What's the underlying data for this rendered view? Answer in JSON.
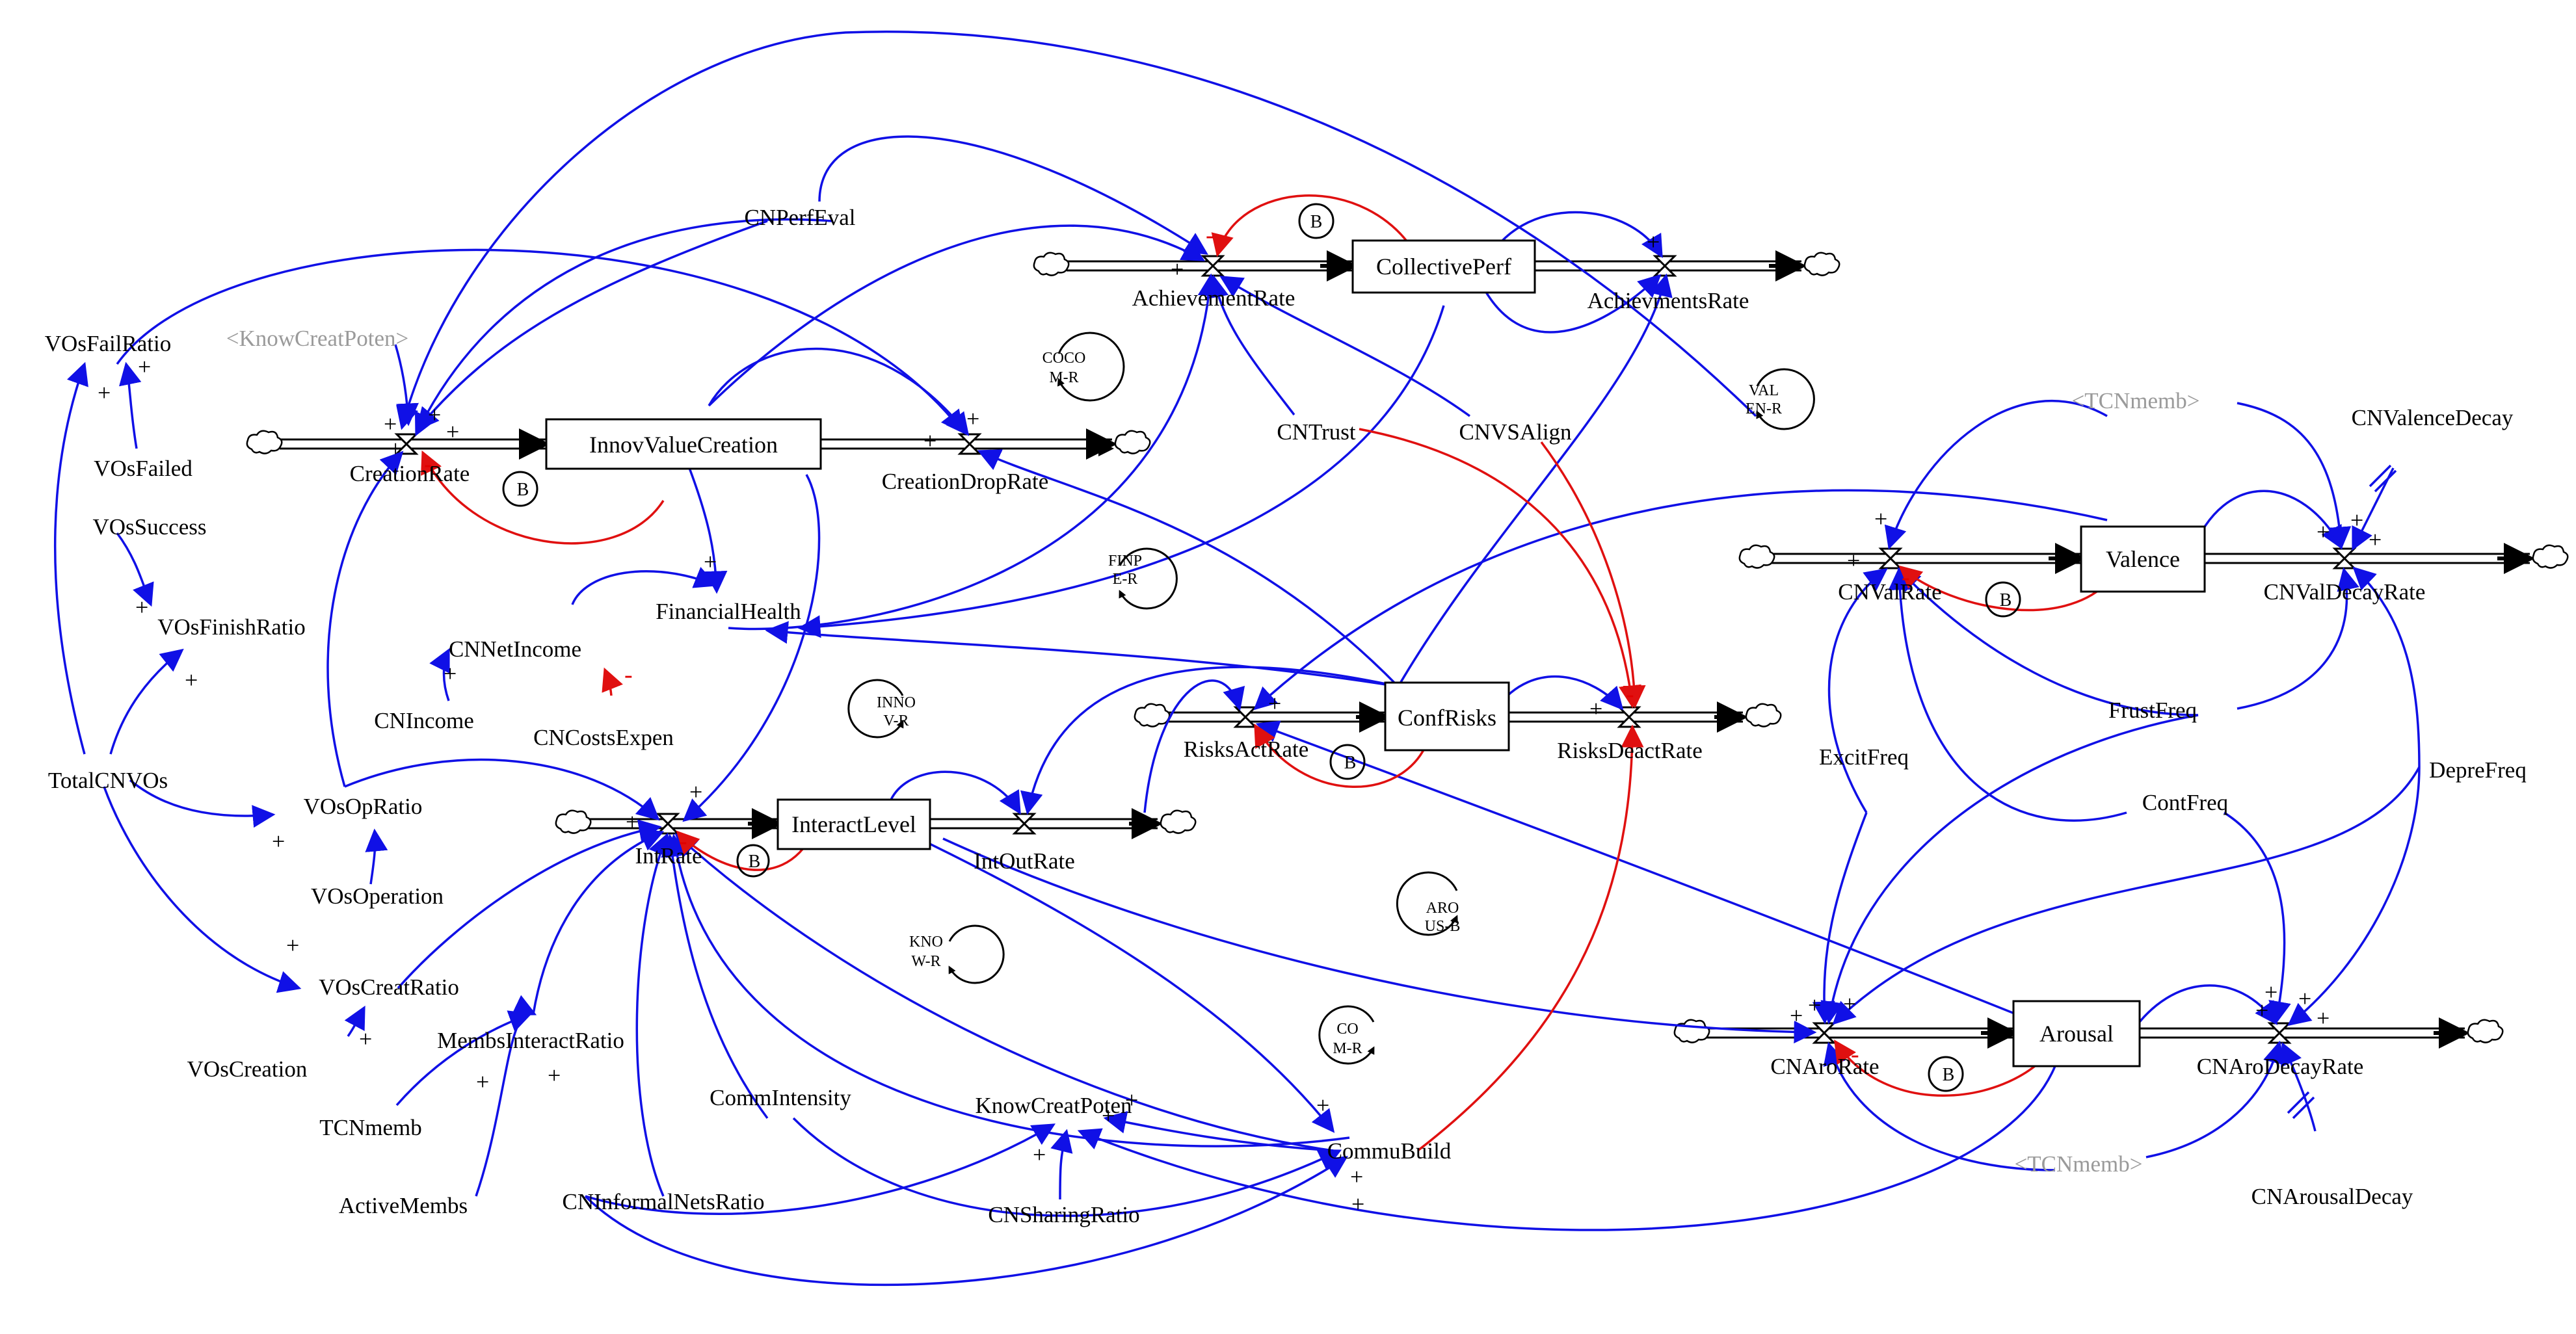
{
  "stocks": {
    "innov_value_creation": "InnovValueCreation",
    "collective_perf": "CollectivePerf",
    "interact_level": "InteractLevel",
    "conf_risks": "ConfRisks",
    "valence": "Valence",
    "arousal": "Arousal"
  },
  "rates": {
    "creation_rate": "CreationRate",
    "creation_drop_rate": "CreationDropRate",
    "achievement_rate": "AchievementRate",
    "achievements_rate": "AchievmentsRate",
    "int_rate": "IntRate",
    "int_out_rate": "IntOutRate",
    "risks_act_rate": "RisksActRate",
    "risks_deact_rate": "RisksDeactRate",
    "cn_val_rate": "CNValRate",
    "cn_val_decay_rate": "CNValDecayRate",
    "cn_aro_rate": "CNAroRate",
    "cn_aro_decay_rate": "CNAroDecayRate"
  },
  "variables": {
    "vos_fail_ratio": "VOsFailRatio",
    "vos_failed": "VOsFailed",
    "vos_success": "VOsSuccess",
    "vos_finish_ratio": "VOsFinishRatio",
    "total_cn_vos": "TotalCNVOs",
    "vos_op_ratio": "VOsOpRatio",
    "vos_operation": "VOsOperation",
    "vos_creat_ratio": "VOsCreatRatio",
    "vos_creation": "VOsCreation",
    "membs_interact_ratio": "MembsInteractRatio",
    "tcn_memb": "TCNmemb",
    "active_membs": "ActiveMembs",
    "cn_informal_nets_ratio": "CNInformalNetsRatio",
    "comm_intensity": "CommIntensity",
    "know_creat_poten": "KnowCreatPoten",
    "cn_sharing_ratio": "CNSharingRatio",
    "commu_build": "CommuBuild",
    "cn_perf_eval": "CNPerfEval",
    "cn_trust": "CNTrust",
    "cnvs_align": "CNVSAlign",
    "financial_health": "FinancialHealth",
    "cn_net_income": "CNNetIncome",
    "cn_income": "CNIncome",
    "cn_costs_expen": "CNCostsExpen",
    "excit_freq": "ExcitFreq",
    "frust_freq": "FrustFreq",
    "cont_freq": "ContFreq",
    "depre_freq": "DepreFreq",
    "cn_valence_decay": "CNValenceDecay",
    "cn_arousal_decay": "CNArousalDecay"
  },
  "shadow_variables": {
    "know_creat_poten": "<KnowCreatPoten>",
    "tcn_memb_top": "<TCNmemb>",
    "tcn_memb_bottom": "<TCNmemb>"
  },
  "loops": {
    "coco_r": [
      "COCO",
      "M-R"
    ],
    "val_en_r": [
      "VAL",
      "EN-R"
    ],
    "finp_e_r": [
      "FINP",
      "E-R"
    ],
    "inno_v_r": [
      "INNO",
      "V-R"
    ],
    "knowr": [
      "KNO",
      "W-R"
    ],
    "aro_us_b": [
      "ARO",
      "US-B"
    ],
    "com_r": [
      "CO",
      "M-R"
    ],
    "balancing": "B"
  },
  "polarity": {
    "plus": "+",
    "minus": "-"
  },
  "colors": {
    "link": "#1010e6",
    "negative_link": "#e01010",
    "shadow_text": "#9a9a9a",
    "stock_border": "#000000"
  },
  "icons": [
    "cloud-icon",
    "valve-icon",
    "loop-arrow-icon",
    "delay-mark-icon"
  ]
}
